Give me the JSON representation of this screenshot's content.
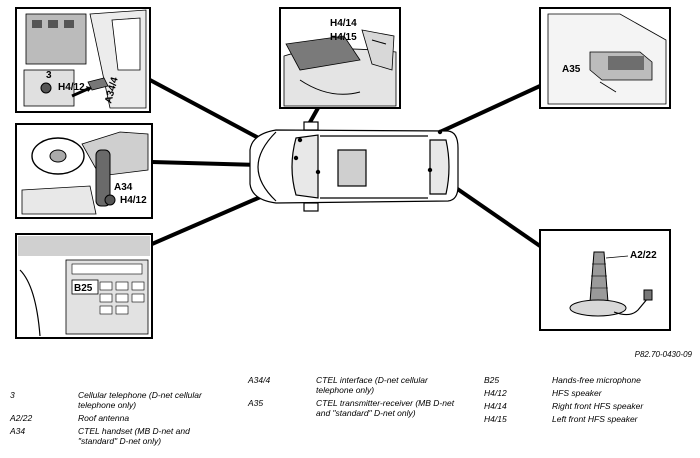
{
  "figure_id": "P82.70-0430-09",
  "callouts": {
    "item3": "3",
    "h4_12_top": "H4/12",
    "a34_4": "A34/4",
    "a34": "A34",
    "h4_12_mid": "H4/12",
    "b25": "B25",
    "h4_14": "H4/14",
    "h4_15": "H4/15",
    "a35": "A35",
    "a2_22": "A2/22"
  },
  "legend": {
    "col1": [
      {
        "code": "3",
        "desc": "Cellular telephone (D-net cellular telephone only)"
      },
      {
        "code": "A2/22",
        "desc": "Roof antenna"
      },
      {
        "code": "A34",
        "desc": "CTEL handset (MB D-net and \"standard\" D-net only)"
      }
    ],
    "col2": [
      {
        "code": "A34/4",
        "desc": "CTEL interface (D-net cellular telephone only)"
      },
      {
        "code": "A35",
        "desc": "CTEL transmitter-receiver (MB D-net and \"standard\" D-net only)"
      }
    ],
    "col3": [
      {
        "code": "B25",
        "desc": "Hands-free microphone"
      },
      {
        "code": "H4/12",
        "desc": "HFS speaker"
      },
      {
        "code": "H4/14",
        "desc": "Right front HFS speaker"
      },
      {
        "code": "H4/15",
        "desc": "Left front HFS speaker"
      }
    ]
  }
}
